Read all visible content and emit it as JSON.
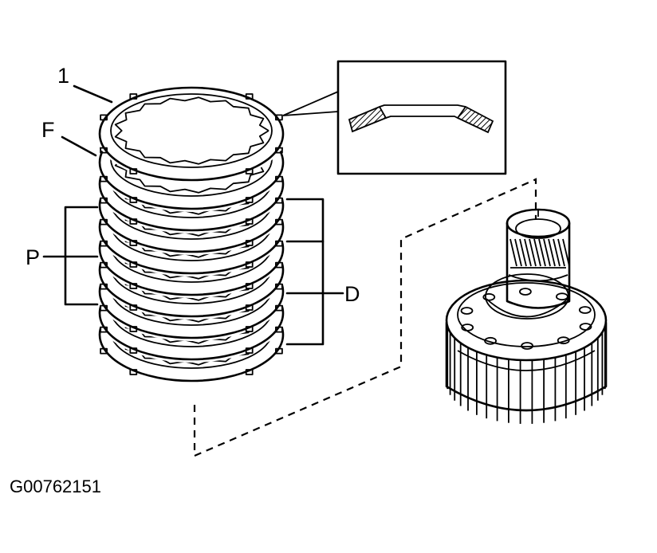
{
  "labels": {
    "part_1": "1",
    "part_f": "F",
    "part_p": "P",
    "part_d": "D"
  },
  "figure_code": "G00762151",
  "colors": {
    "ink": "#000000",
    "paper": "#ffffff"
  }
}
